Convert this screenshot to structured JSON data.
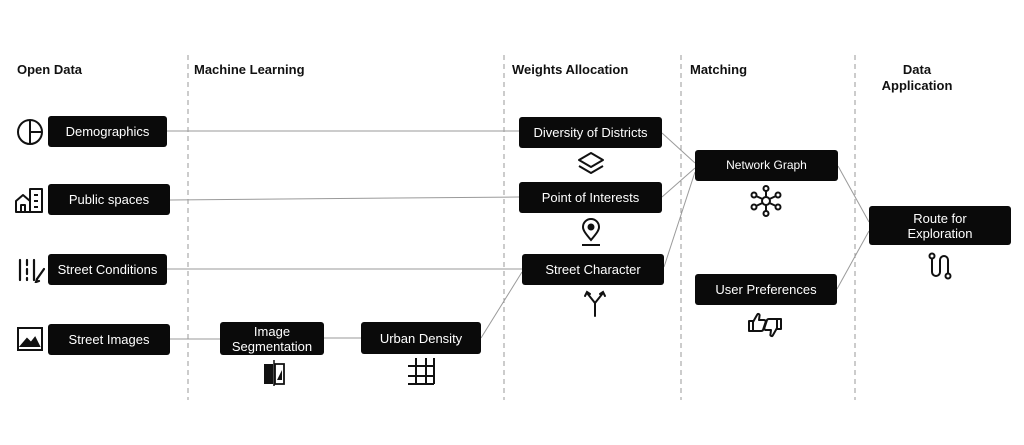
{
  "columns": [
    {
      "id": "open-data",
      "label": "Open Data"
    },
    {
      "id": "machine-learning",
      "label": "Machine Learning"
    },
    {
      "id": "weights-allocation",
      "label": "Weights Allocation"
    },
    {
      "id": "matching",
      "label": "Matching"
    },
    {
      "id": "data-application",
      "label": "Data Application"
    }
  ],
  "nodes": {
    "demographics": "Demographics",
    "public_spaces": "Public spaces",
    "street_conditions": "Street Conditions",
    "street_images": "Street Images",
    "image_segmentation": "Image Segmentation",
    "urban_density": "Urban Density",
    "diversity_of_districts": "Diversity of Districts",
    "point_of_interests": "Point of Interests",
    "street_character": "Street Character",
    "network_graph": "Network Graph",
    "user_preferences": "User Preferences",
    "route_for_exploration": "Route for Exploration"
  },
  "icons": {
    "demographics": "pie-chart-icon",
    "public_spaces": "buildings-icon",
    "street_conditions": "road-marking-icon",
    "street_images": "image-icon",
    "image_segmentation": "mirror-segment-icon",
    "urban_density": "grid-icon",
    "diversity_of_districts": "layers-icon",
    "point_of_interests": "map-pin-icon",
    "street_character": "branch-split-icon",
    "network_graph": "network-hub-icon",
    "user_preferences": "thumbs-up-down-icon",
    "route_for_exploration": "route-icon"
  },
  "colors": {
    "box_fill": "#0a0a0a",
    "box_text": "#ffffff",
    "connector": "#9a9a9a",
    "divider": "#9a9a9a",
    "icon": "#111111"
  }
}
